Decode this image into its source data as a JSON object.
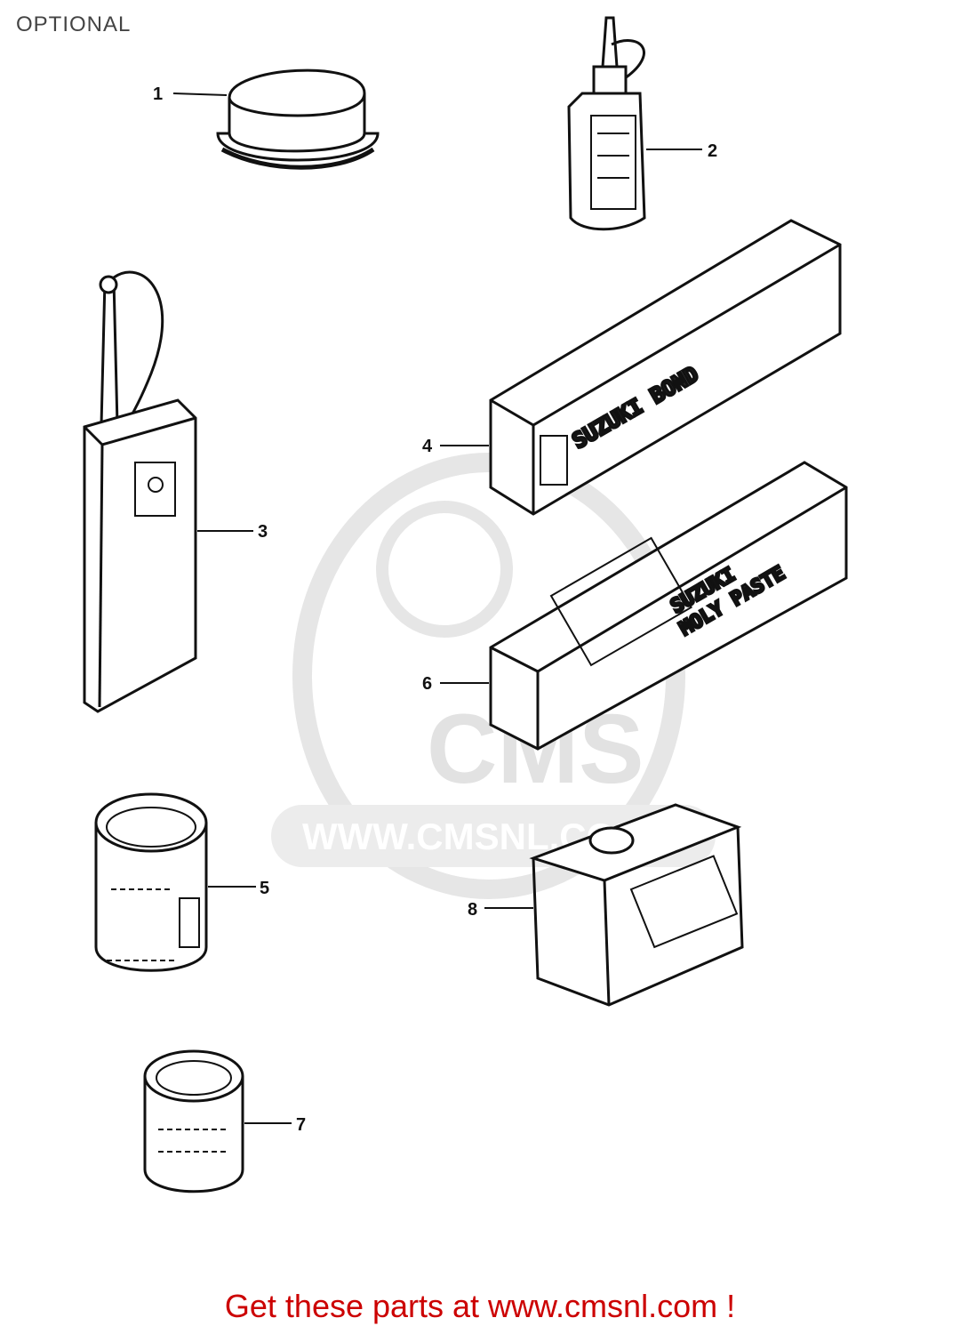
{
  "page": {
    "title": "OPTIONAL"
  },
  "diagram": {
    "parts": [
      {
        "number": "1",
        "item": "grease-container"
      },
      {
        "number": "2",
        "item": "oil-bottle"
      },
      {
        "number": "3",
        "item": "oil-can-with-spout"
      },
      {
        "number": "4",
        "item": "suzuki-bond-box"
      },
      {
        "number": "5",
        "item": "large-can"
      },
      {
        "number": "6",
        "item": "suzuki-moly-paste-box"
      },
      {
        "number": "7",
        "item": "small-can"
      },
      {
        "number": "8",
        "item": "square-tin"
      }
    ],
    "packaging_text": {
      "box_4": "SUZUKI BOND",
      "box_6_line1": "SUZUKI",
      "box_6_line2": "MOLY PASTE"
    },
    "watermark": {
      "logo": "CMS",
      "url": "WWW.CMSNL.COM"
    }
  },
  "footer": {
    "text": "Get these parts at www.cmsnl.com !",
    "color": "#cc0000"
  },
  "colors": {
    "line": "#111111",
    "watermark": "#e2e2e2",
    "footer": "#cc0000"
  }
}
